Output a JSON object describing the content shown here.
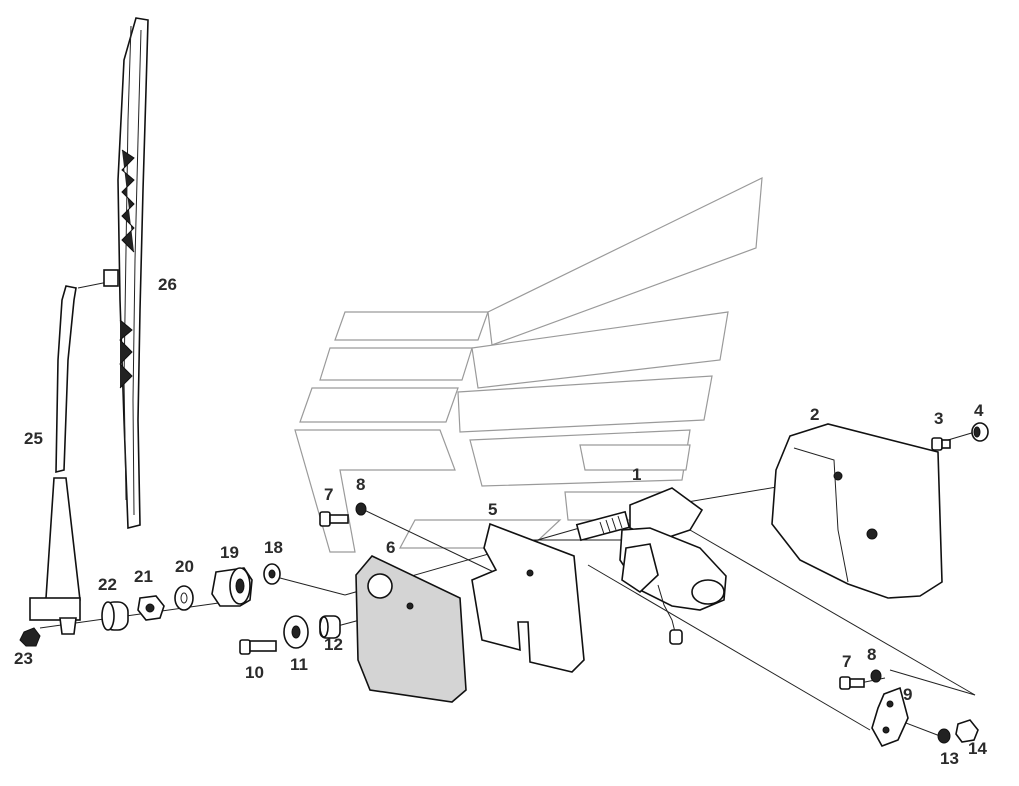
{
  "callouts": [
    {
      "id": "1",
      "text": "1"
    },
    {
      "id": "2",
      "text": "2"
    },
    {
      "id": "3",
      "text": "3"
    },
    {
      "id": "4",
      "text": "4"
    },
    {
      "id": "5",
      "text": "5"
    },
    {
      "id": "6",
      "text": "6"
    },
    {
      "id": "7a",
      "text": "7"
    },
    {
      "id": "8a",
      "text": "8"
    },
    {
      "id": "7b",
      "text": "7"
    },
    {
      "id": "8b",
      "text": "8"
    },
    {
      "id": "9",
      "text": "9"
    },
    {
      "id": "10",
      "text": "10"
    },
    {
      "id": "11",
      "text": "11"
    },
    {
      "id": "12",
      "text": "12"
    },
    {
      "id": "13",
      "text": "13"
    },
    {
      "id": "14",
      "text": "14"
    },
    {
      "id": "18",
      "text": "18"
    },
    {
      "id": "19",
      "text": "19"
    },
    {
      "id": "20",
      "text": "20"
    },
    {
      "id": "21",
      "text": "21"
    },
    {
      "id": "22",
      "text": "22"
    },
    {
      "id": "23",
      "text": "23"
    },
    {
      "id": "25",
      "text": "25"
    },
    {
      "id": "26",
      "text": "26"
    }
  ]
}
